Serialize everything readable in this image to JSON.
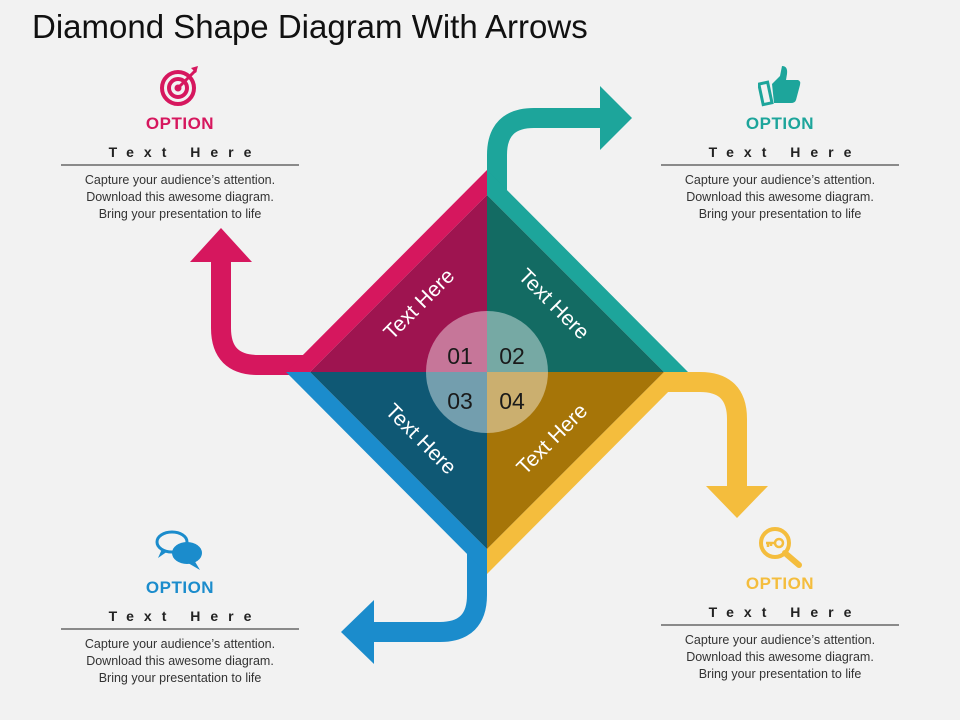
{
  "title": "Diamond Shape Diagram With Arrows",
  "colors": {
    "magenta": "#d6175e",
    "magenta_dark": "#9e1450",
    "teal": "#1da59b",
    "teal_dark": "#136b63",
    "blue": "#1b8ccc",
    "blue_dark": "#0f5874",
    "yellow": "#f4bd3d",
    "yellow_dark": "#a67508"
  },
  "segments": [
    {
      "text": "Text Here",
      "number": "01"
    },
    {
      "text": "Text Here",
      "number": "02"
    },
    {
      "text": "Text Here",
      "number": "03"
    },
    {
      "text": "Text Here",
      "number": "04"
    }
  ],
  "options": [
    {
      "icon": "target-icon",
      "label": "OPTION",
      "subtitle": "Text Here",
      "desc": [
        "Capture your audience’s attention.",
        "Download this awesome diagram.",
        "Bring your presentation to life"
      ]
    },
    {
      "icon": "thumbs-up-icon",
      "label": "OPTION",
      "subtitle": "Text Here",
      "desc": [
        "Capture your audience’s attention.",
        "Download this awesome diagram.",
        "Bring your presentation to life"
      ]
    },
    {
      "icon": "chat-bubbles-icon",
      "label": "OPTION",
      "subtitle": "Text Here",
      "desc": [
        "Capture your audience’s attention.",
        "Download this awesome diagram.",
        "Bring your presentation to life"
      ]
    },
    {
      "icon": "key-search-icon",
      "label": "OPTION",
      "subtitle": "Text Here",
      "desc": [
        "Capture your audience’s attention.",
        "Download this awesome diagram.",
        "Bring your presentation to life"
      ]
    }
  ]
}
